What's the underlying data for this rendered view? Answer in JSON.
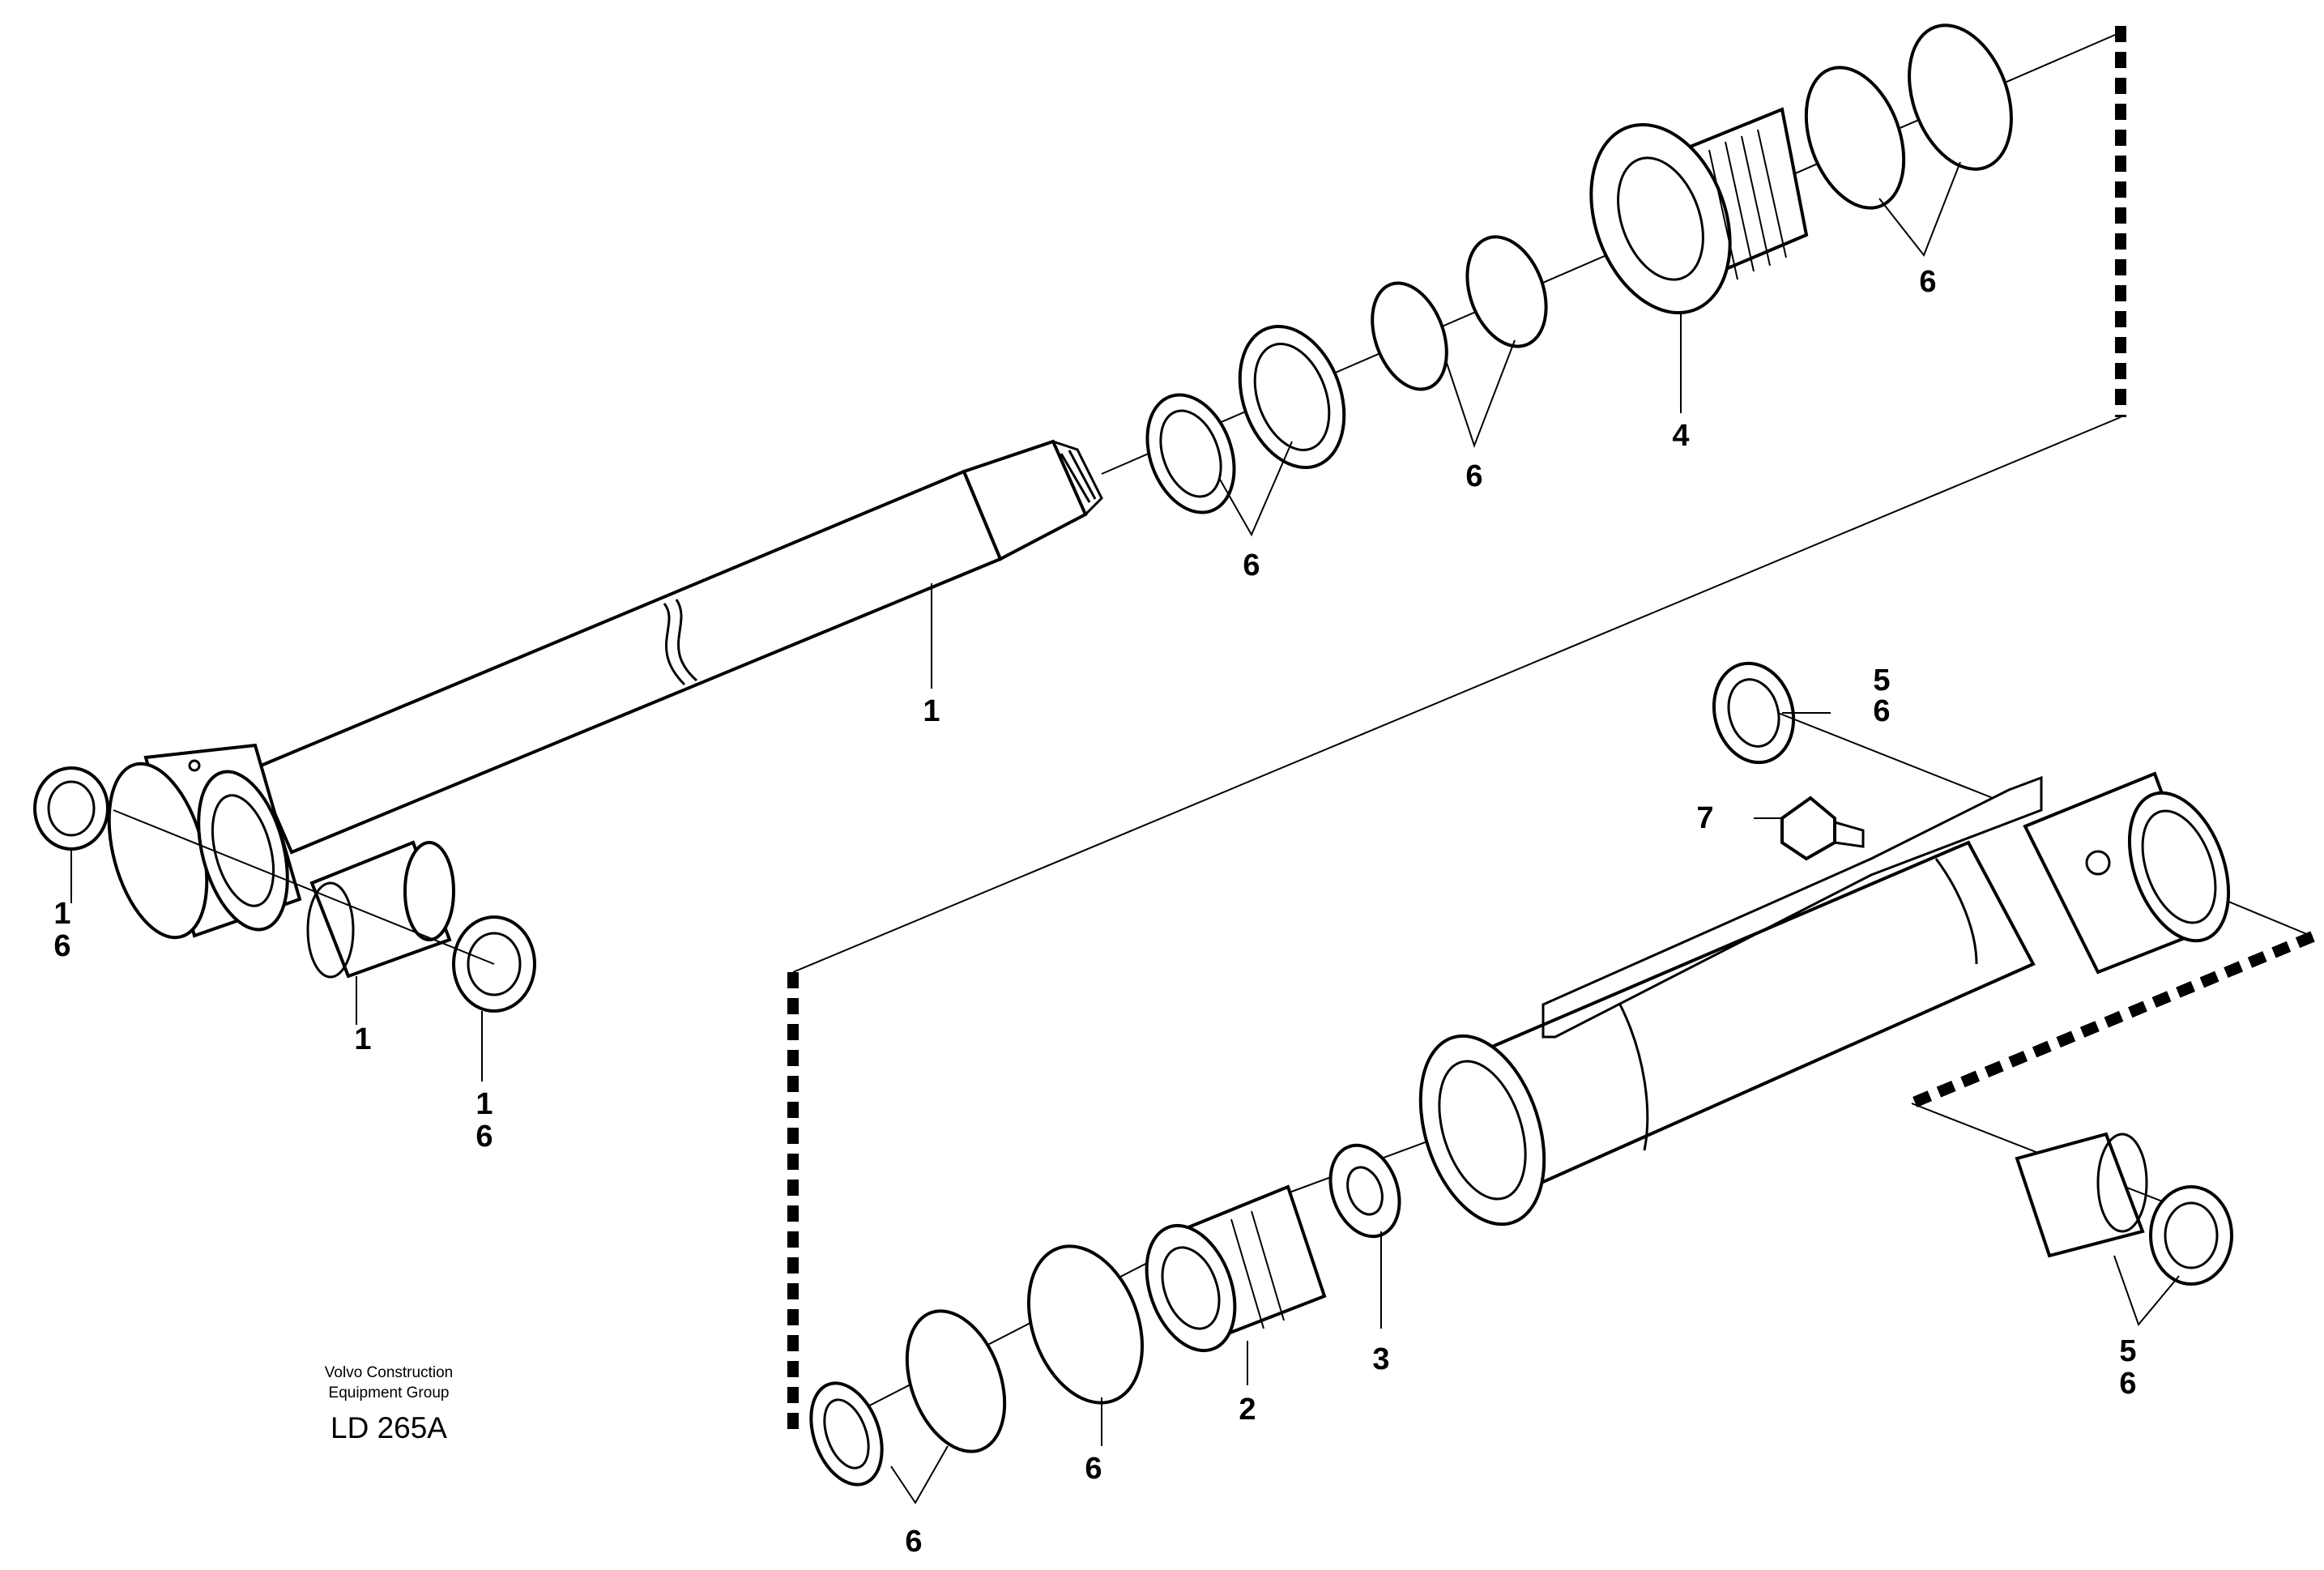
{
  "caption": {
    "line1": "Volvo Construction",
    "line2": "Equipment Group",
    "code": "LD 265A"
  },
  "labels": {
    "rod_bearing_seal_top": "1",
    "rod_bearing_seal_bottom": "6",
    "rod": "1",
    "rod_bushing": "1",
    "rod_bearing_seal2_top": "1",
    "rod_bearing_seal2_bottom": "6",
    "rod_seals_a": "6",
    "rod_seals_b": "6",
    "cylinder_head": "4",
    "head_orings": "6",
    "cylinder_seal_top": "5",
    "cylinder_seal_bottom": "6",
    "valve": "7",
    "piston": "2",
    "lock_washer": "3",
    "piston_ring": "6",
    "piston_seals": "6",
    "cyl_bushing_seal_top": "5",
    "cyl_bushing_seal_bottom": "6"
  }
}
